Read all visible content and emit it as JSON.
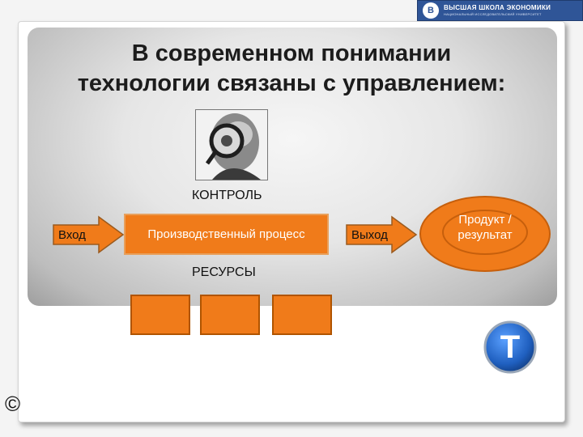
{
  "logo": {
    "emblem": "В",
    "title": "ВЫСШАЯ ШКОЛА ЭКОНОМИКИ",
    "subtitle": "НАЦИОНАЛЬНЫЙ ИССЛЕДОВАТЕЛЬСКИЙ УНИВЕРСИТЕТ"
  },
  "slide": {
    "title_line1": "В современном понимании",
    "title_line2": "технологии связаны с управлением:"
  },
  "diagram": {
    "control_label": "КОНТРОЛЬ",
    "input_label": "Вход",
    "process_label": "Производственный процесс",
    "output_label": "Выход",
    "result_line1": "Продукт /",
    "result_line2": "результат",
    "resources_label": "РЕСУРСЫ",
    "resource_box_count": 3
  },
  "badge": {
    "letter": "T"
  },
  "footer": {
    "copyright_symbol": "©"
  },
  "colors": {
    "accent_orange": "#f07b1a",
    "badge_blue": "#1f5fbf",
    "logo_blue": "#2f5597"
  },
  "icons": [
    "magnifier-portrait-photo",
    "right-arrow-icon",
    "orange-ring",
    "blue-circle-badge"
  ]
}
